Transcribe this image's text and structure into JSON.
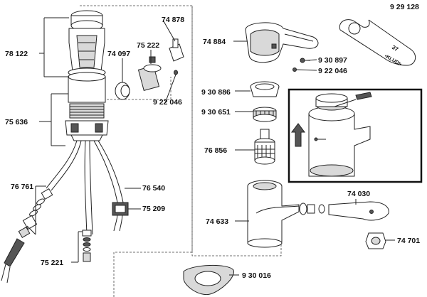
{
  "labels": {
    "p78122": "78 122",
    "p75636": "75 636",
    "p76761": "76 761",
    "p75221": "75 221",
    "p74097": "74 097",
    "p75222": "75 222",
    "p74878": "74 878",
    "p922046a": "9 22 046",
    "p76540": "76 540",
    "p75209": "75 209",
    "p74884": "74 884",
    "p930897": "9 30 897",
    "p922046b": "9 22 046",
    "p929128": "9 29 128",
    "p930886": "9 30 886",
    "p930651": "9 30 651",
    "p76856": "76 856",
    "p74633": "74 633",
    "p74030": "74 030",
    "p74701": "74 701",
    "p930016": "9 30 016"
  },
  "wrench_text": {
    "size": "37",
    "brand": "•KLUDI•"
  }
}
